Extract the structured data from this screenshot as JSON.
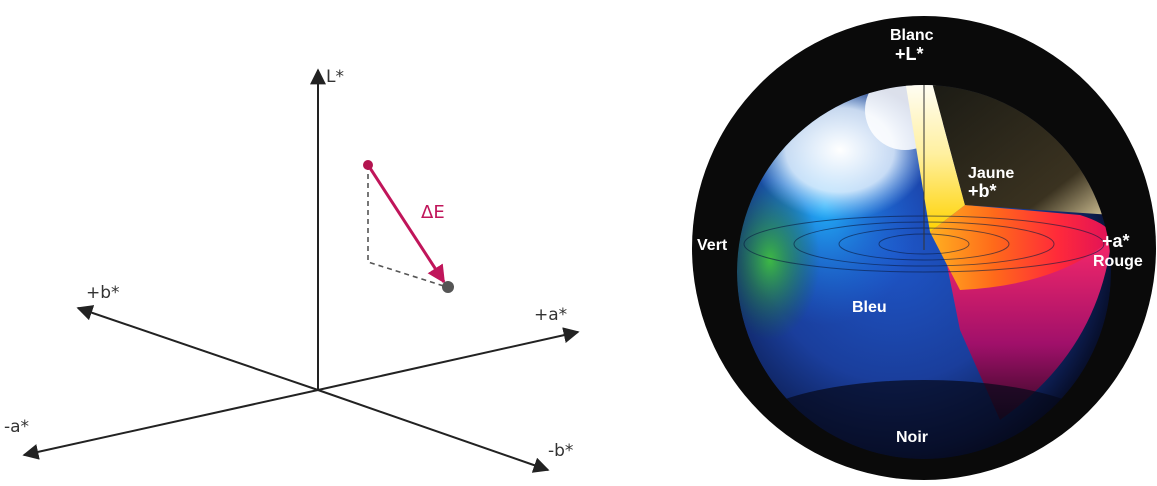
{
  "axes_diagram": {
    "labels": {
      "l_axis": "L*",
      "plus_a": "+a*",
      "minus_a": "-a*",
      "plus_b": "+b*",
      "minus_b": "-b*",
      "delta_e": "ΔE"
    },
    "colors": {
      "axis": "#222222",
      "delta_arrow": "#c0155a",
      "point_start": "#b3144f",
      "point_end": "#555555",
      "projection": "#555555"
    }
  },
  "color_sphere": {
    "labels": {
      "white_name": "Blanc",
      "white_axis": "+L*",
      "yellow_name": "Jaune",
      "yellow_axis": "+b*",
      "green_name": "Vert",
      "red_axis": "+a*",
      "red_name": "Rouge",
      "blue_name": "Bleu",
      "black_name": "Noir"
    },
    "colors": {
      "background": "#0a0a0a",
      "label": "#ffffff"
    }
  }
}
